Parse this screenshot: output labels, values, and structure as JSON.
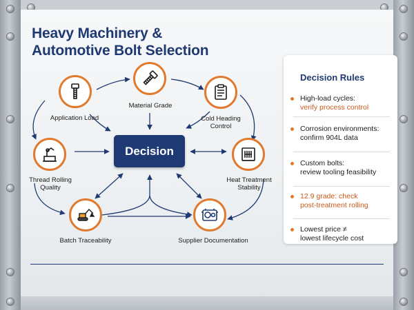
{
  "title": {
    "line1": "Heavy Machinery &",
    "line2": "Automotive Bolt Selection"
  },
  "decision": {
    "label": "Decision"
  },
  "nodes": {
    "material_grade": {
      "label": "Material Grade",
      "icon": "bolt-icon"
    },
    "application_load": {
      "label": "Application Load",
      "icon": "bolt-icon"
    },
    "cold_heading": {
      "label_line1": "Cold Heading",
      "label_line2": "Control",
      "icon": "clipboard-icon"
    },
    "thread_rolling": {
      "label_line1": "Thread Rolling",
      "label_line2": "Quality",
      "icon": "rolling-machine-icon"
    },
    "heat_treatment": {
      "label_line1": "Heat Treatment",
      "label_line2": "Stability",
      "icon": "furnace-icon"
    },
    "batch_traceability": {
      "label": "Batch Traceability",
      "icon": "excavator-icon"
    },
    "supplier_documentation": {
      "label": "Supplier Documentation",
      "icon": "gearbox-icon"
    }
  },
  "rules": {
    "title": "Decision Rules",
    "items": [
      {
        "line1": "High-load cycles:",
        "line2": "verify process control"
      },
      {
        "line1": "Corrosion environments:",
        "line2": "confirm 904L data"
      },
      {
        "line1": "Custom bolts:",
        "line2": "review tooling feasibility"
      },
      {
        "line1": "12.9 grade: check",
        "line2": "post-treatment rolling"
      },
      {
        "line1": "Lowest price ≠",
        "line2": "lowest lifecycle cost"
      }
    ]
  },
  "colors": {
    "navy": "#1f3a73",
    "orange": "#e07a2e",
    "accent_text": "#c9591a"
  }
}
